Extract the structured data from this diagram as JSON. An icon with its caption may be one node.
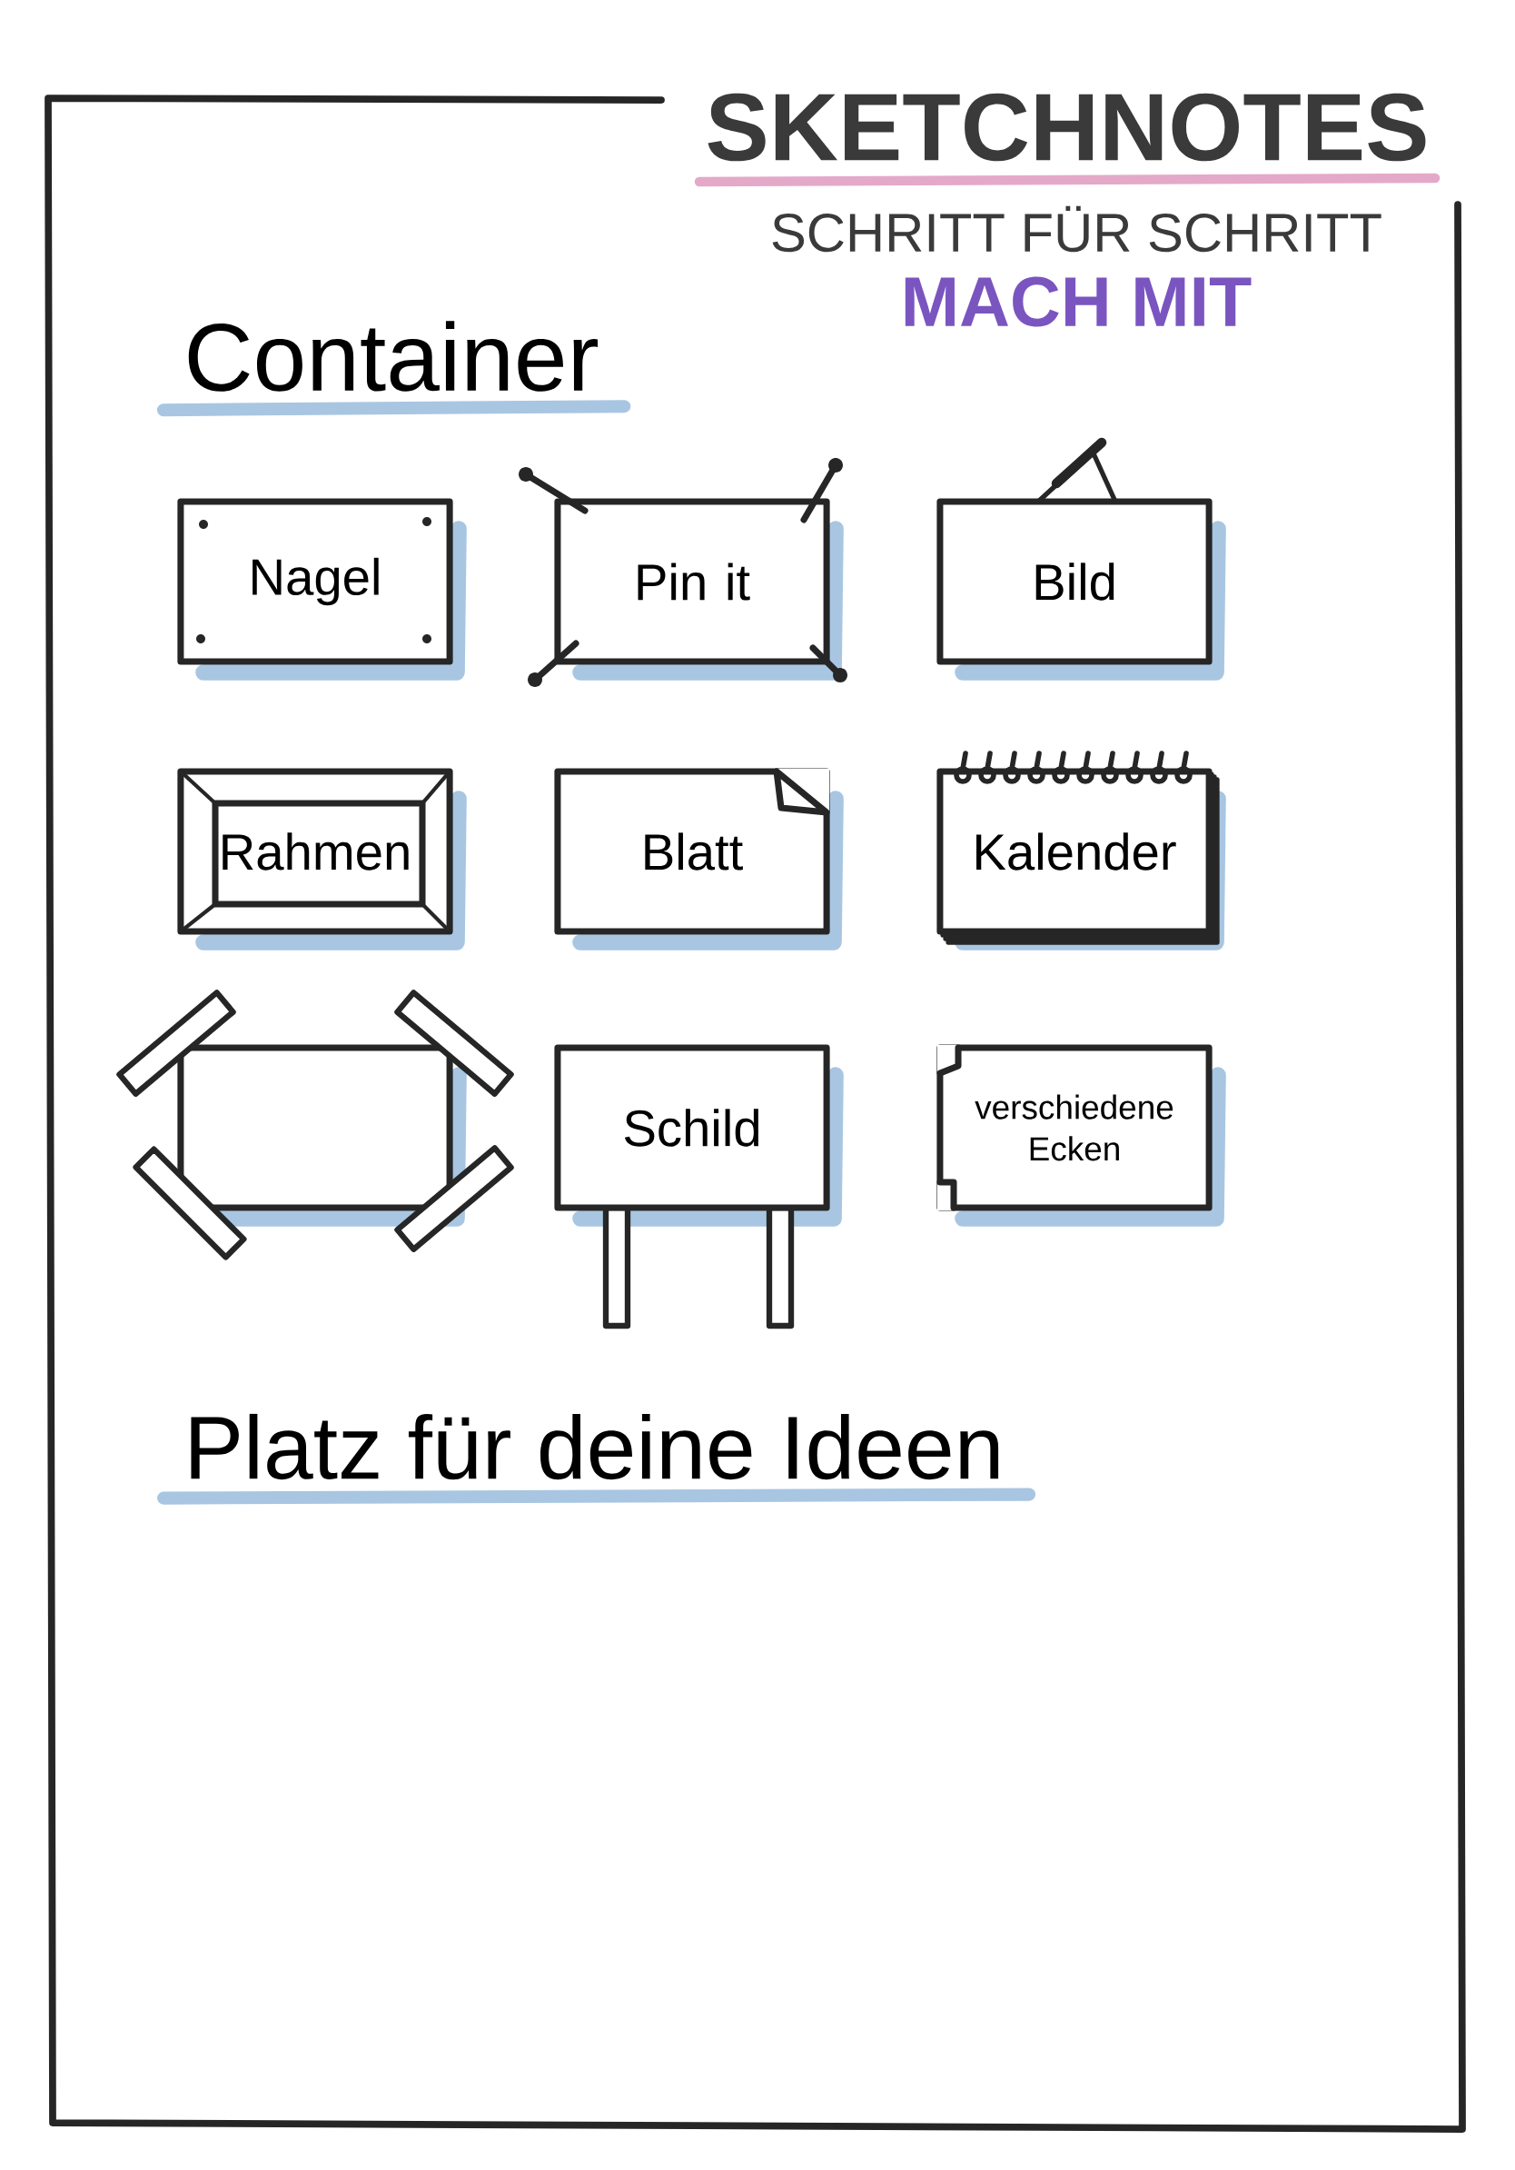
{
  "diagram": {
    "title": "SKETCHNOTES",
    "nodes": [
      {
        "text": [
          "Nagel"
        ]
      },
      {
        "text": [
          "Pin it"
        ]
      },
      {
        "text": [
          "Bild"
        ]
      },
      {
        "text": [
          "Rahmen"
        ]
      },
      {
        "text": [
          "Blatt"
        ]
      },
      {
        "text": [
          "Kalender"
        ]
      },
      {
        "text": [],
        "shape": "box"
      },
      {
        "text": [
          "Schild"
        ]
      },
      {
        "text": [
          "verschiedene Ecken"
        ]
      }
    ],
    "labels": [
      "SCHRITT FÜR SCHRITT",
      "MACH MIT",
      "Container",
      "Platz für deine Ideen"
    ]
  }
}
